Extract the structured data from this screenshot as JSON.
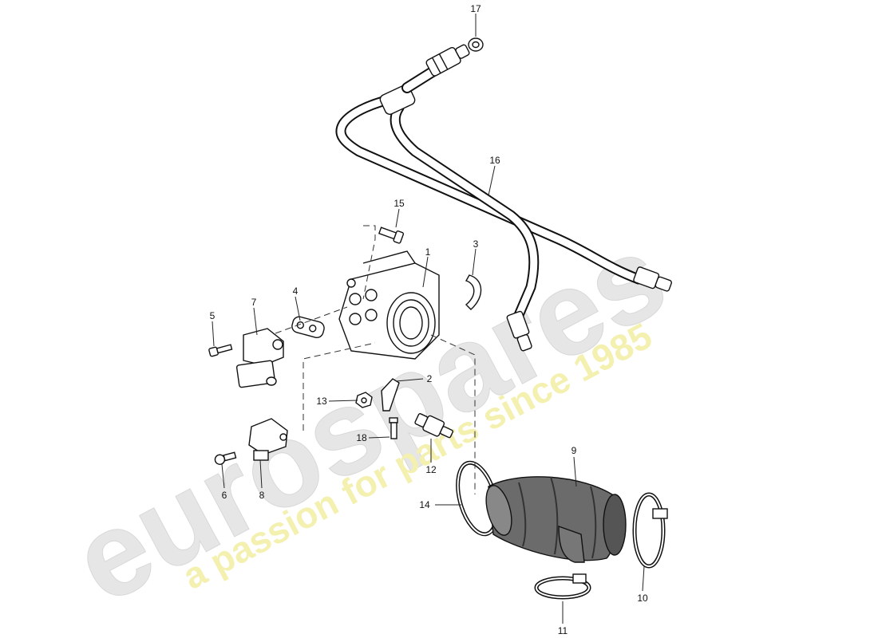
{
  "watermark": {
    "brand": "eurospares",
    "tagline": "a passion for parts since 1985",
    "brand_color": "#e6e6e6",
    "tagline_color": "#f3f0b0"
  },
  "callouts": [
    {
      "id": "1",
      "label": "1"
    },
    {
      "id": "2",
      "label": "2"
    },
    {
      "id": "3",
      "label": "3"
    },
    {
      "id": "4",
      "label": "4"
    },
    {
      "id": "5",
      "label": "5"
    },
    {
      "id": "6",
      "label": "6"
    },
    {
      "id": "7",
      "label": "7"
    },
    {
      "id": "8",
      "label": "8"
    },
    {
      "id": "9",
      "label": "9"
    },
    {
      "id": "10",
      "label": "10"
    },
    {
      "id": "11",
      "label": "11"
    },
    {
      "id": "12",
      "label": "12"
    },
    {
      "id": "13",
      "label": "13"
    },
    {
      "id": "14",
      "label": "14"
    },
    {
      "id": "15",
      "label": "15"
    },
    {
      "id": "16",
      "label": "16"
    },
    {
      "id": "17",
      "label": "17"
    },
    {
      "id": "18",
      "label": "18"
    }
  ]
}
